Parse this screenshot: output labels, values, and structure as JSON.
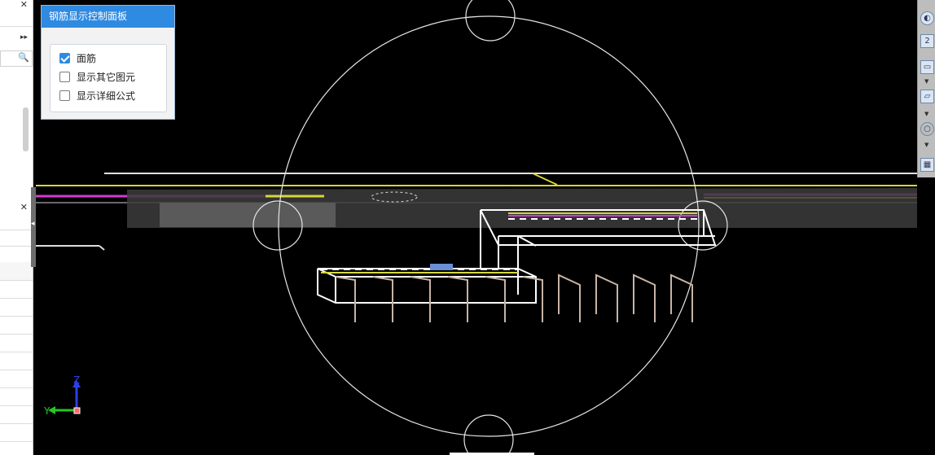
{
  "control_panel": {
    "title": "钢筋显示控制面板",
    "options": [
      {
        "label": "面筋",
        "checked": true
      },
      {
        "label": "显示其它图元",
        "checked": false
      },
      {
        "label": "显示详细公式",
        "checked": false
      }
    ]
  },
  "axis_indicator": {
    "z_label": "Z",
    "y_label": "Y"
  },
  "colors": {
    "panel_header": "#2f8ae1",
    "wireframe": "#ffffff",
    "rebar_pink": "#d23cd2",
    "rebar_yellow": "#d6d63a",
    "stirrup": "#c8b4a6",
    "zoom_circle": "#e6e6e6"
  },
  "icons": [
    "search-icon",
    "close-icon",
    "expand-arrow-icon",
    "sphere-view-icon",
    "cube-view-icon",
    "rotate-icon",
    "grid-icon"
  ]
}
